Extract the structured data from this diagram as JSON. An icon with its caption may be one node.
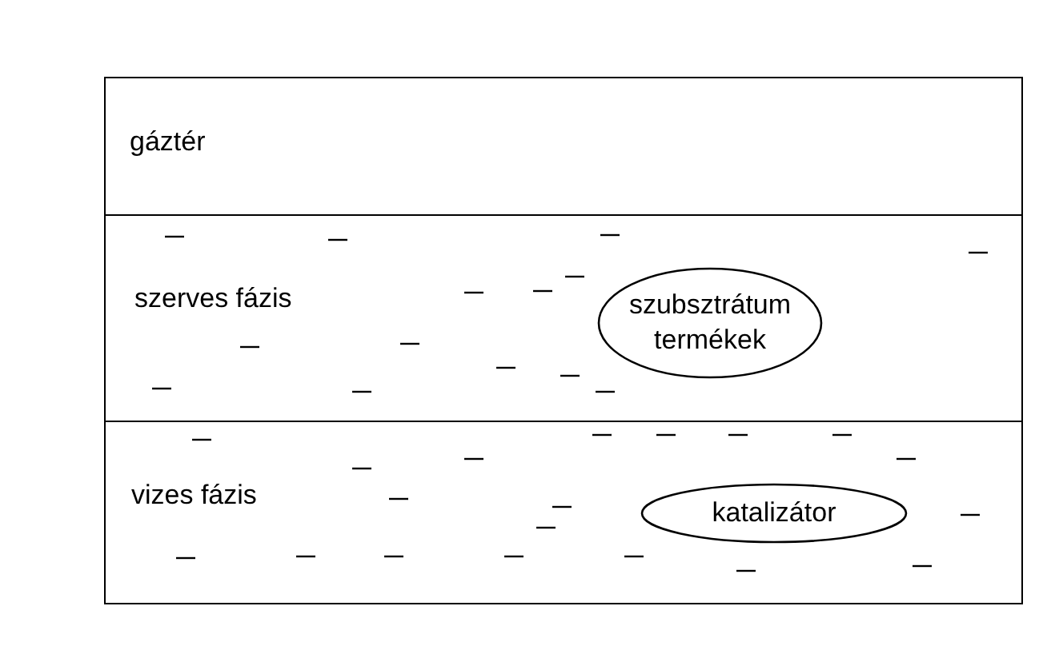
{
  "diagram": {
    "nodes": [
      {
        "text": [
          "gáztér"
        ]
      },
      {
        "text": [
          "szerves fázis"
        ]
      },
      {
        "text": [
          "szubsztrátum termékek"
        ],
        "in": 1
      },
      {
        "text": [
          "vizes fázis"
        ]
      },
      {
        "text": [
          "katalizátor"
        ],
        "in": 3
      }
    ]
  }
}
